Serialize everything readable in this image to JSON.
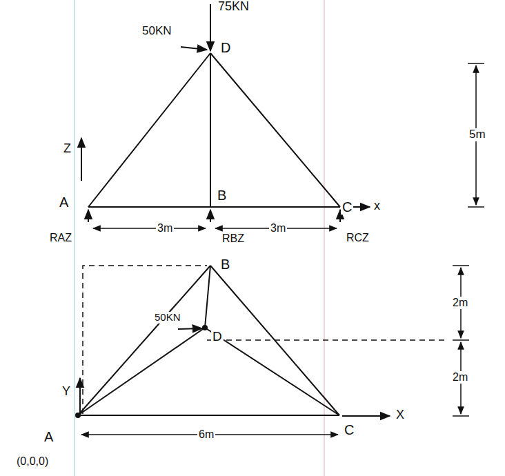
{
  "diagram": {
    "labels": [
      "75KN",
      "50KN",
      "D",
      "Z",
      "A",
      "B",
      "C",
      "x",
      "RAZ",
      "3m",
      "RBZ",
      "3m",
      "RCZ",
      "5m",
      "B",
      "50KN",
      "D",
      "Y",
      "2m",
      "2m",
      "A",
      "6m",
      "C",
      "X",
      "(0,0,0)"
    ]
  }
}
